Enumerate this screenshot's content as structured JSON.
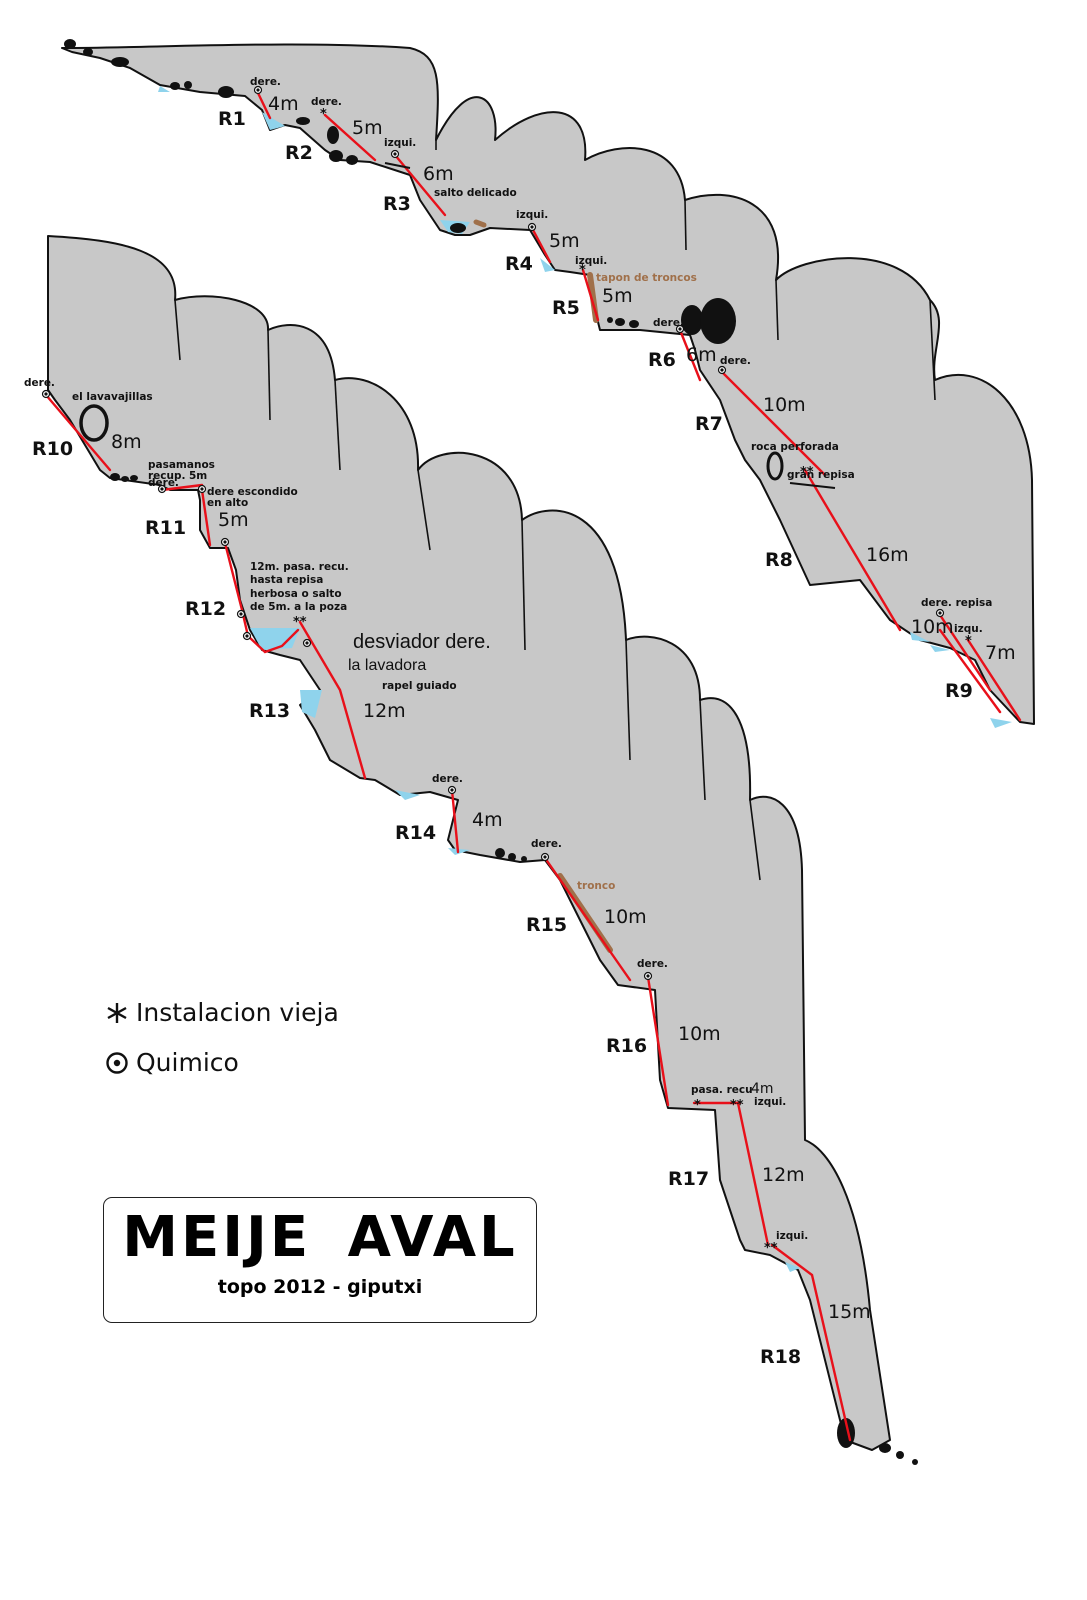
{
  "title": "MEIJE  AVAL",
  "subtitle": "topo 2012 - giputxi",
  "legend": {
    "old_anchor_symbol": "asterisk-icon",
    "old_anchor_label": "Instalacion vieja",
    "chemical_symbol": "chemical-anchor-icon",
    "chemical_label": "Quimico"
  },
  "colors": {
    "rope": "#e8101a",
    "rock": "#c8c8c8",
    "water": "#8fd3ec",
    "log": "#a0704a"
  },
  "rappels": {
    "r1": {
      "name": "R1",
      "length": "4m",
      "note": "dere."
    },
    "r2": {
      "name": "R2",
      "length": "5m",
      "note": "dere."
    },
    "r3": {
      "name": "R3",
      "length": "6m",
      "note": "izqui.",
      "extra": "salto delicado"
    },
    "r4": {
      "name": "R4",
      "length": "5m",
      "note": "izqui."
    },
    "r5": {
      "name": "R5",
      "length": "5m",
      "note": "izqui.",
      "extra": "tapon de troncos"
    },
    "r6": {
      "name": "R6",
      "length": "6m",
      "note": "dere."
    },
    "r7": {
      "name": "R7",
      "length": "10m",
      "note": "dere."
    },
    "r8": {
      "name": "R8",
      "length": "16m",
      "note": "roca perforada",
      "extra": "gran repisa"
    },
    "r9": {
      "name": "R9",
      "length_a": "10m",
      "length_b": "7m",
      "note": "dere. repisa",
      "extra": "izqu."
    },
    "r10": {
      "name": "R10",
      "length": "8m",
      "note": "dere.",
      "extra": "el lavavajillas"
    },
    "r11": {
      "name": "R11",
      "length": "5m",
      "note_a": "pasamanos",
      "note_b": "recup.",
      "note_c": "5m",
      "note_d": "dere.",
      "note_e": "dere escondido",
      "note_f": "en alto"
    },
    "r12": {
      "name": "R12",
      "line1": "12m. pasa. recu.",
      "line2": "hasta repisa",
      "line3": "herbosa o salto",
      "line4": "de 5m. a la poza"
    },
    "r13": {
      "name": "R13",
      "length": "12m",
      "deviator": "desviador dere.",
      "place": "la lavadora",
      "extra": "rapel guiado"
    },
    "r14": {
      "name": "R14",
      "length": "4m",
      "note": "dere."
    },
    "r15": {
      "name": "R15",
      "length": "10m",
      "note": "dere.",
      "extra": "tronco"
    },
    "r16": {
      "name": "R16",
      "length": "10m",
      "note": "dere."
    },
    "r17": {
      "name": "R17",
      "length": "12m",
      "note_a": "pasa. recu",
      "note_b": "4m",
      "note_c": "izqui."
    },
    "r18": {
      "name": "R18",
      "length": "15m",
      "note": "izqui."
    }
  }
}
